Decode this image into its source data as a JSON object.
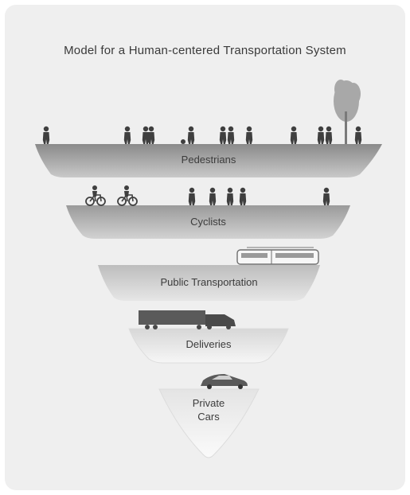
{
  "title": "Model for a Human-centered Transportation System",
  "tiers": [
    {
      "label": "Pedestrians"
    },
    {
      "label": "Cyclists"
    },
    {
      "label": "Public Transportation"
    },
    {
      "label": "Deliveries"
    },
    {
      "label": "Private Cars"
    }
  ],
  "icons": [
    "person-icon",
    "bicycle-icon",
    "tree-icon",
    "tram-icon",
    "truck-icon",
    "car-icon"
  ],
  "colors": {
    "background": "#efefef",
    "tier_dark": "#8f8f8f",
    "tier_light": "#f5f5f5",
    "silhouette": "#3f3f3f"
  }
}
